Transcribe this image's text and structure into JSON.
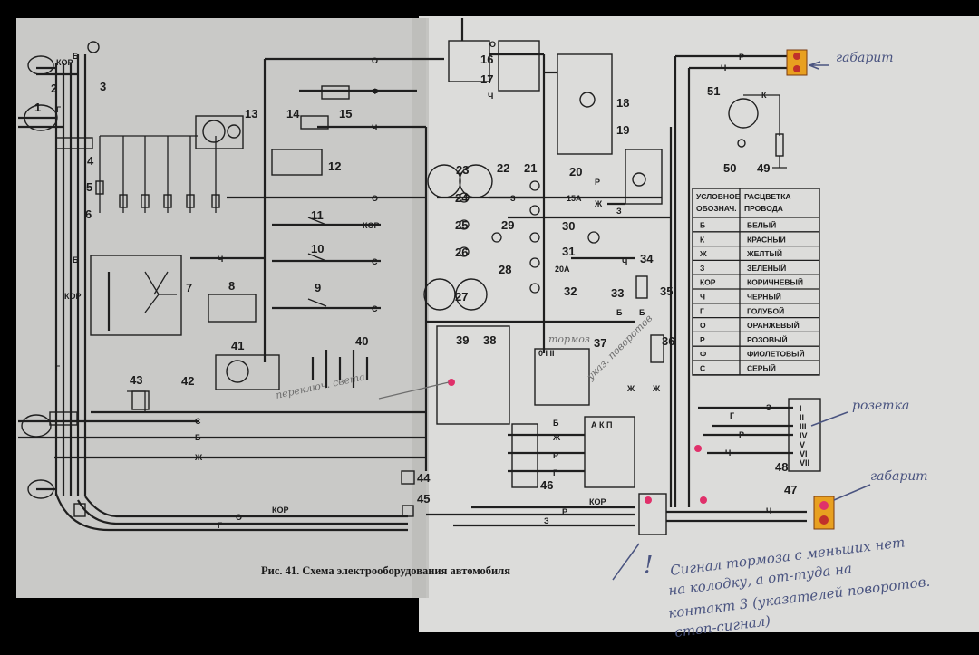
{
  "caption": "Рис. 41. Схема электрооборудования автомобиля",
  "component_numbers": [
    "1",
    "2",
    "3",
    "4",
    "5",
    "6",
    "7",
    "8",
    "9",
    "10",
    "11",
    "12",
    "13",
    "14",
    "15",
    "16",
    "17",
    "18",
    "19",
    "20",
    "21",
    "22",
    "23",
    "24",
    "25",
    "26",
    "27",
    "28",
    "29",
    "30",
    "31",
    "32",
    "33",
    "34",
    "35",
    "36",
    "37",
    "38",
    "39",
    "40",
    "41",
    "42",
    "43",
    "44",
    "45",
    "46",
    "47",
    "48",
    "49",
    "50",
    "51"
  ],
  "fuse_labels": {
    "fuse_15a": "15А",
    "fuse_20a": "20А"
  },
  "wire_codes": {
    "b": "Б",
    "k": "К",
    "zh": "Ж",
    "z": "З",
    "kor": "КОР",
    "ch": "Ч",
    "g": "Г",
    "o": "О",
    "r": "Р",
    "f": "Ф",
    "s": "С"
  },
  "legend": {
    "header_left": "УСЛОВНОЕ ОБОЗНАЧ.",
    "header_right": "РАСЦВЕТКА ПРОВОДА",
    "rows": [
      {
        "code": "Б",
        "color": "БЕЛЫЙ"
      },
      {
        "code": "К",
        "color": "КРАСНЫЙ"
      },
      {
        "code": "Ж",
        "color": "ЖЕЛТЫЙ"
      },
      {
        "code": "З",
        "color": "ЗЕЛЕНЫЙ"
      },
      {
        "code": "КОР",
        "color": "КОРИЧНЕВЫЙ"
      },
      {
        "code": "Ч",
        "color": "ЧЕРНЫЙ"
      },
      {
        "code": "Г",
        "color": "ГОЛУБОЙ"
      },
      {
        "code": "О",
        "color": "ОРАНЖЕВЫЙ"
      },
      {
        "code": "Р",
        "color": "РОЗОВЫЙ"
      },
      {
        "code": "Ф",
        "color": "ФИОЛЕТОВЫЙ"
      },
      {
        "code": "С",
        "color": "СЕРЫЙ"
      }
    ]
  },
  "socket_pins": [
    "I",
    "II",
    "III",
    "IV",
    "V",
    "VI",
    "VII"
  ],
  "switch_labels": {
    "sw37": "0 I II",
    "sw46": "А К П"
  },
  "annotations": {
    "gabarit_top": "габарит",
    "gabarit_bottom": "габарит",
    "rozetka": "розетка",
    "tormoz": "тормоз",
    "pereklyuch_sveta": "переключ. света",
    "ukaz_povorotov": "указ. поворотов",
    "note_line1": "Сигнал тормоза с меньших нет",
    "note_line2": "на колодку, а от-туда на",
    "note_line3": "контакт 3 (указателей поворотов.",
    "note_line4": "стоп-сигнал)"
  },
  "colors": {
    "highlight": "#e0306a",
    "lamp": "#e8a020",
    "paper": "#cfcfcd",
    "ink": "#1f1f1f",
    "pen": "#4a5480"
  }
}
